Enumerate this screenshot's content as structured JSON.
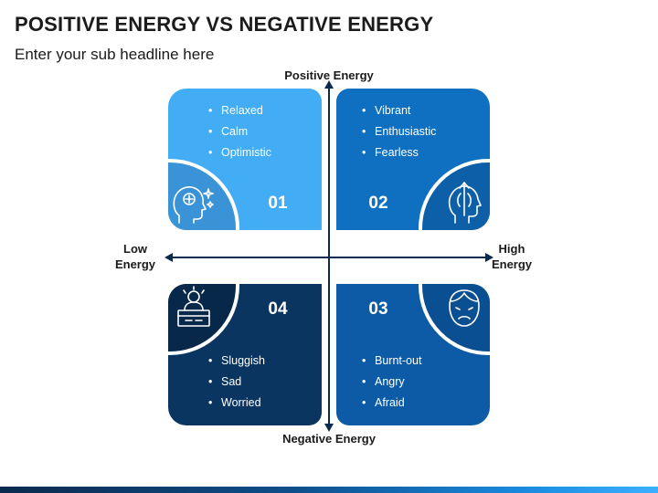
{
  "title": "POSITIVE ENERGY VS NEGATIVE ENERGY",
  "subtitle": "Enter your sub headline here",
  "axes": {
    "top": "Positive Energy",
    "bottom": "Negative Energy",
    "left_line1": "Low",
    "left_line2": "Energy",
    "right_line1": "High",
    "right_line2": "Energy"
  },
  "quadrants": [
    {
      "number": "01",
      "items": [
        "Relaxed",
        "Calm",
        "Optimistic"
      ],
      "color": "#42adf5",
      "icon": "mind-sparkle-icon"
    },
    {
      "number": "02",
      "items": [
        "Vibrant",
        "Enthusiastic",
        "Fearless"
      ],
      "color": "#0f6fc0",
      "icon": "head-arrow-up-icon"
    },
    {
      "number": "03",
      "items": [
        "Burnt-out",
        "Angry",
        "Afraid"
      ],
      "color": "#0d5ba6",
      "icon": "sad-face-icon"
    },
    {
      "number": "04",
      "items": [
        "Sluggish",
        "Sad",
        "Worried"
      ],
      "color": "#0a3560",
      "icon": "stressed-desk-icon"
    }
  ],
  "colors": {
    "circle_q1": "#3a93d6",
    "circle_q2": "#0d5fa8",
    "circle_q3": "#0b4f93",
    "circle_q4": "#072849",
    "axis": "#0a2a4e"
  }
}
